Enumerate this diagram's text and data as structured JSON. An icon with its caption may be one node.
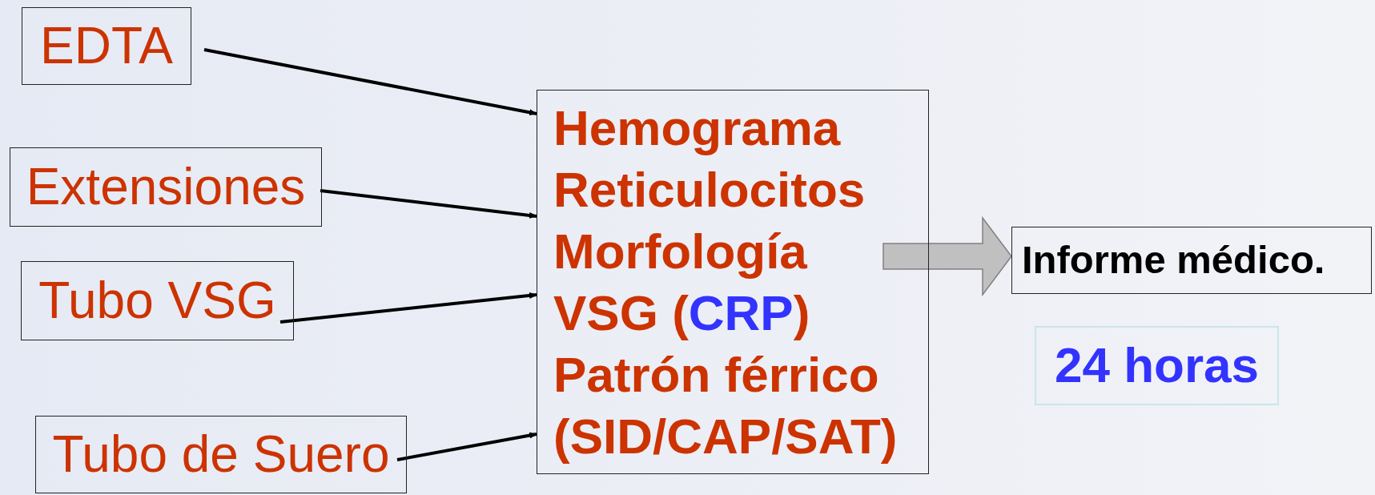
{
  "diagram": {
    "nodes": [
      {
        "text": [
          "EDTA"
        ]
      },
      {
        "text": [
          "Extensiones"
        ]
      },
      {
        "text": [
          "Tubo VSG"
        ]
      },
      {
        "text": [
          "Tubo de Suero"
        ]
      },
      {
        "text": [
          "Hemograma",
          "Reticulocitos",
          "Morfología",
          "VSG (**CRP**)",
          "Patrón férrico",
          "(SID/CAP/SAT)"
        ]
      },
      {
        "text": [
          "Informe médico."
        ]
      },
      {
        "text": [
          "24 horas"
        ]
      }
    ],
    "edges": [
      {
        "from": 0,
        "to": 4,
        "arrow": "to"
      },
      {
        "from": 1,
        "to": 4,
        "arrow": "to"
      },
      {
        "from": 2,
        "to": 4,
        "arrow": "to"
      },
      {
        "from": 3,
        "to": 4,
        "arrow": "to"
      },
      {
        "from": 4,
        "to": 5,
        "arrow": "to",
        "style": "thick",
        "color": "#c0c0c0"
      }
    ]
  }
}
